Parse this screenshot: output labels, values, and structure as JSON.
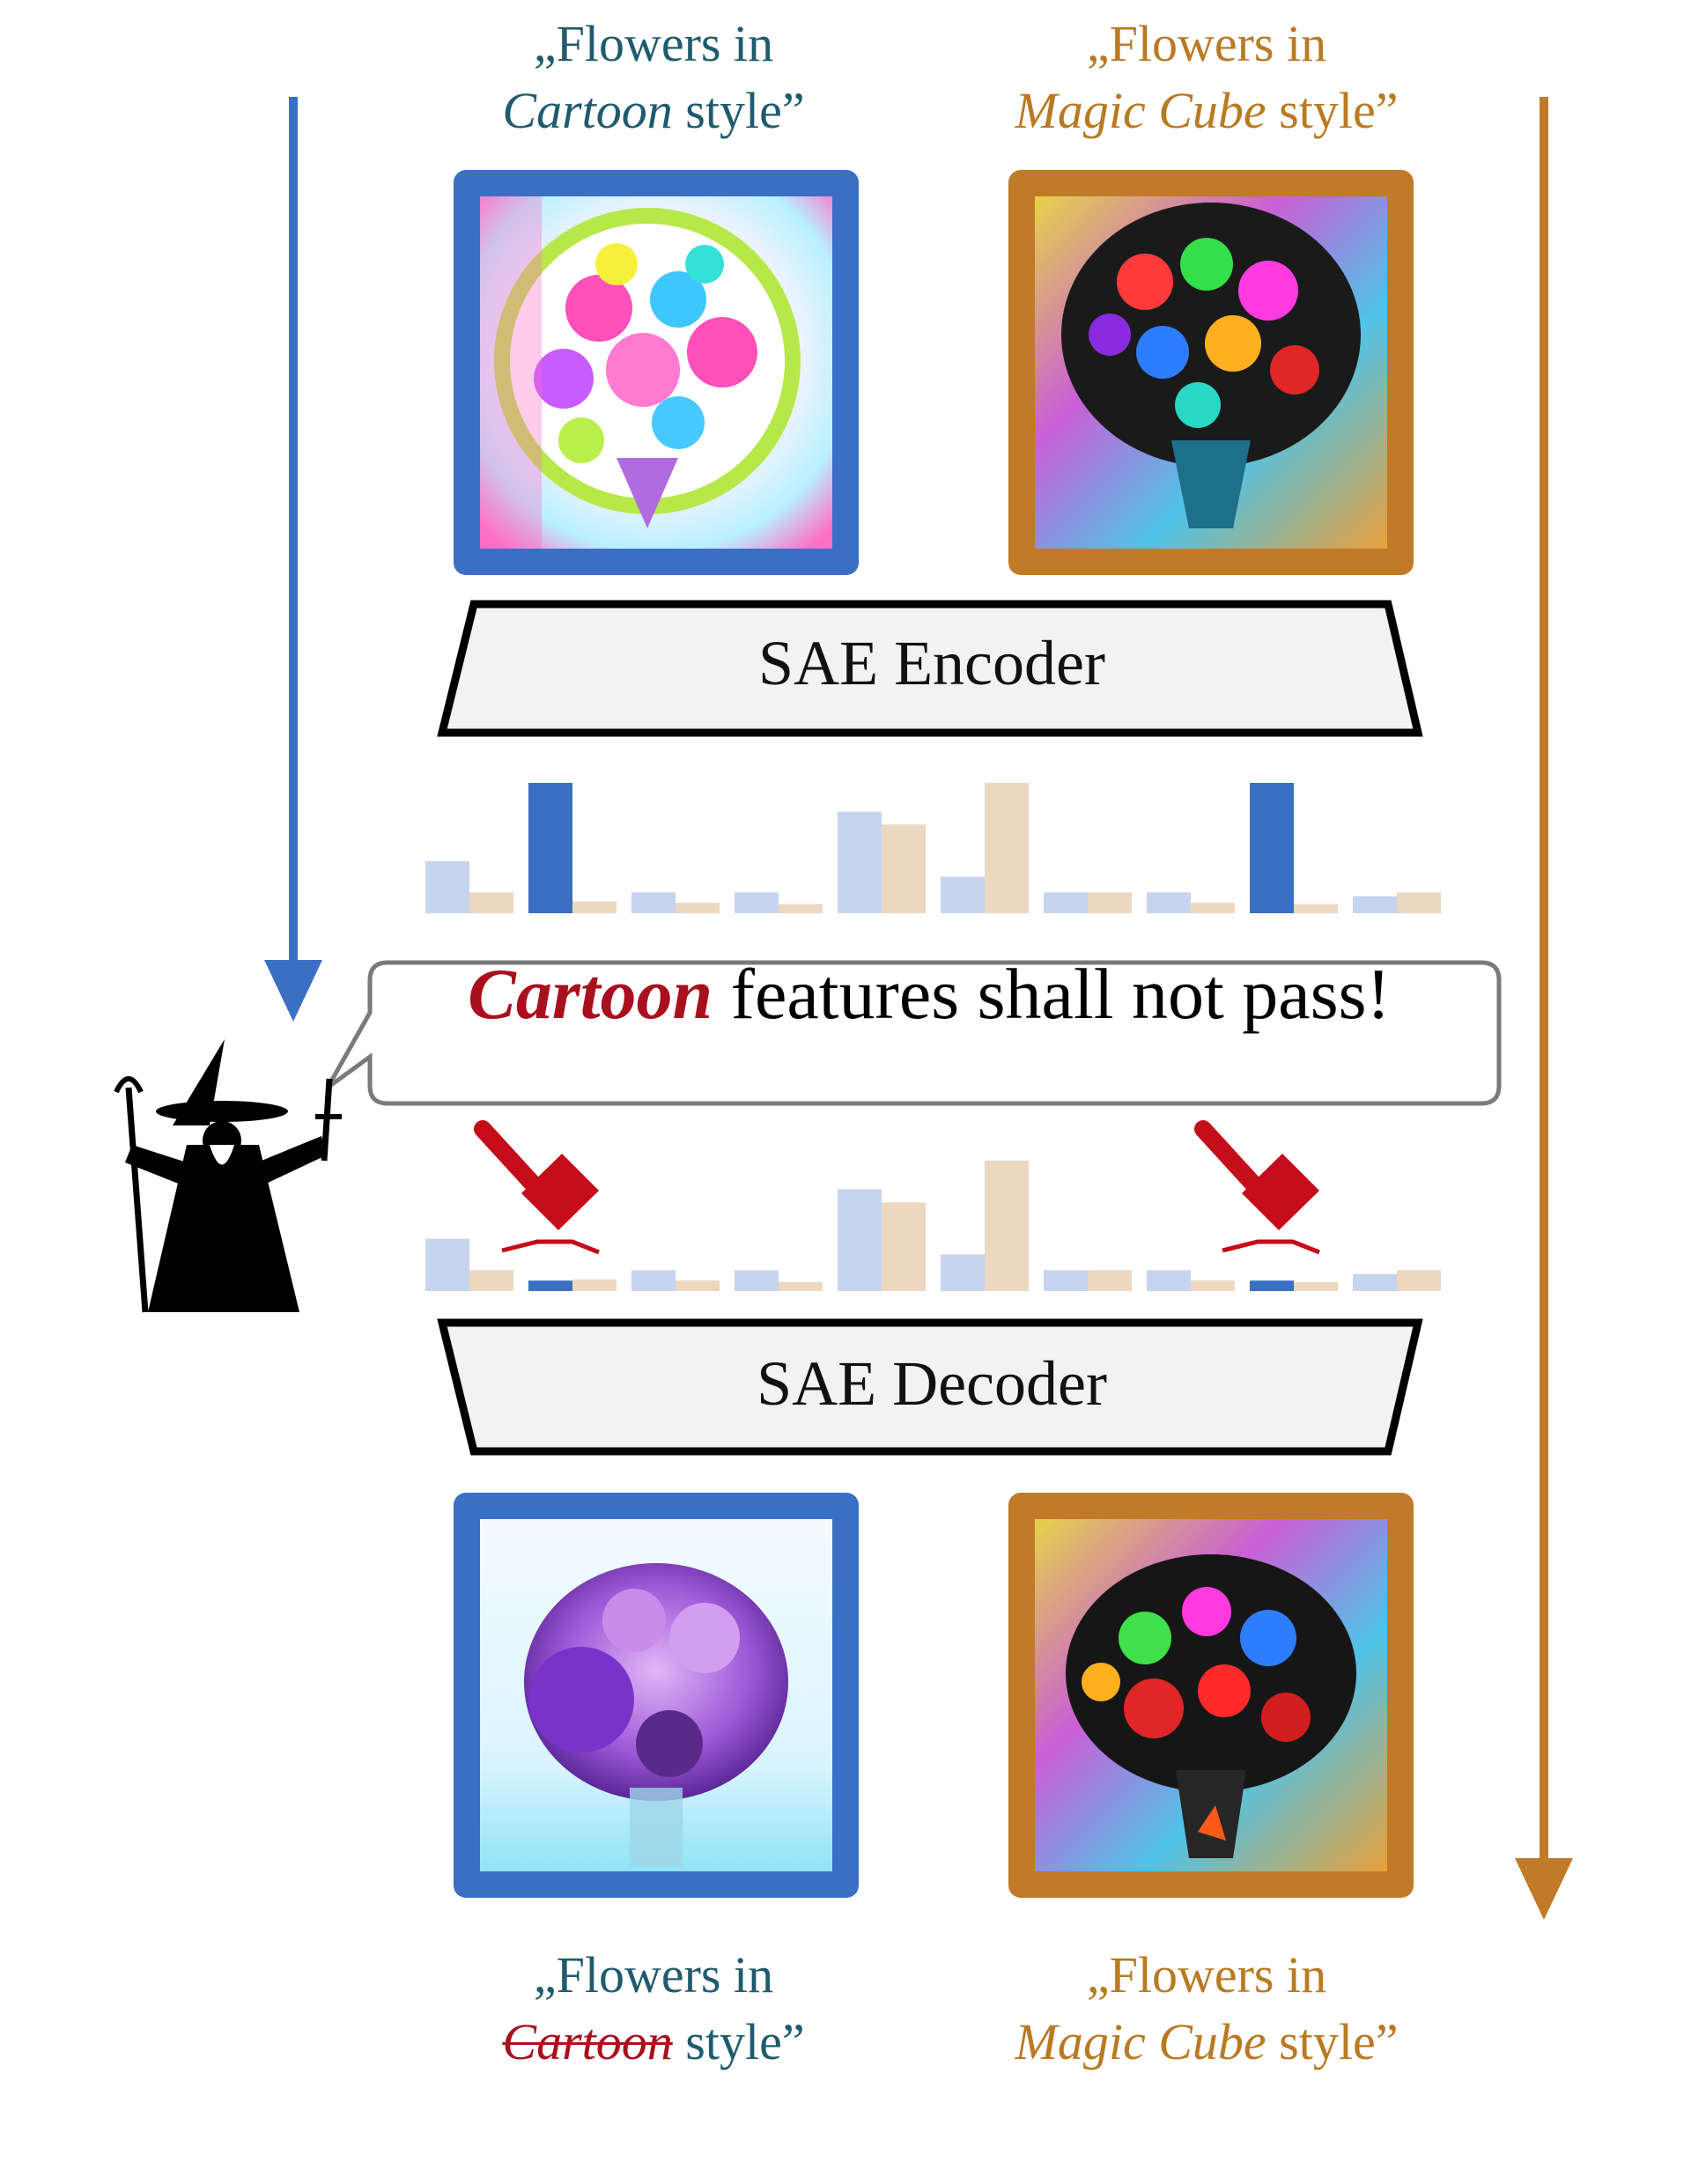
{
  "colors": {
    "cartoon": "#1f5b6e",
    "magic": "#b97a22",
    "blue_frame": "#3a6fc3",
    "orange_frame": "#c07a28",
    "red": "#a8101e",
    "bar_blue": "#c7d4ee",
    "bar_blue_dark": "#3a6fc3",
    "bar_peach": "#ecd7c0"
  },
  "captions": {
    "top_left": {
      "line1": "„Flowers in",
      "style_word": "Cartoon",
      "suffix": " style”"
    },
    "top_right": {
      "line1": "„Flowers in",
      "style_word": "Magic Cube",
      "suffix": " style”"
    },
    "bottom_left": {
      "line1": "„Flowers in",
      "style_word": "Cartoon",
      "suffix": " style”"
    },
    "bottom_right": {
      "line1": "„Flowers in",
      "style_word": "Magic Cube",
      "suffix": " style”"
    }
  },
  "encoder_label": "SAE Encoder",
  "decoder_label": "SAE Decoder",
  "speech": {
    "highlight": "Cartoon",
    "rest": " features shall not pass!"
  },
  "icons": {
    "wizard": "wizard-icon",
    "hammer": "hammer-icon",
    "arrow_left": "arrow-down-icon",
    "arrow_right": "arrow-down-icon"
  },
  "feature_bars": {
    "count": 10,
    "top": {
      "cartoon": [
        0.4,
        1.0,
        0.16,
        0.16,
        0.78,
        0.28,
        0.16,
        0.16,
        1.0,
        0.13
      ],
      "magic": [
        0.16,
        0.09,
        0.08,
        0.07,
        0.68,
        1.0,
        0.16,
        0.08,
        0.07,
        0.16
      ],
      "dark": [
        false,
        true,
        false,
        false,
        false,
        false,
        false,
        false,
        true,
        false
      ]
    },
    "bottom": {
      "cartoon": [
        0.4,
        0.08,
        0.16,
        0.16,
        0.78,
        0.28,
        0.16,
        0.16,
        0.08,
        0.13
      ],
      "magic": [
        0.16,
        0.09,
        0.08,
        0.07,
        0.68,
        1.0,
        0.16,
        0.08,
        0.07,
        0.16
      ],
      "dark": [
        false,
        true,
        false,
        false,
        false,
        false,
        false,
        false,
        true,
        false
      ]
    }
  }
}
